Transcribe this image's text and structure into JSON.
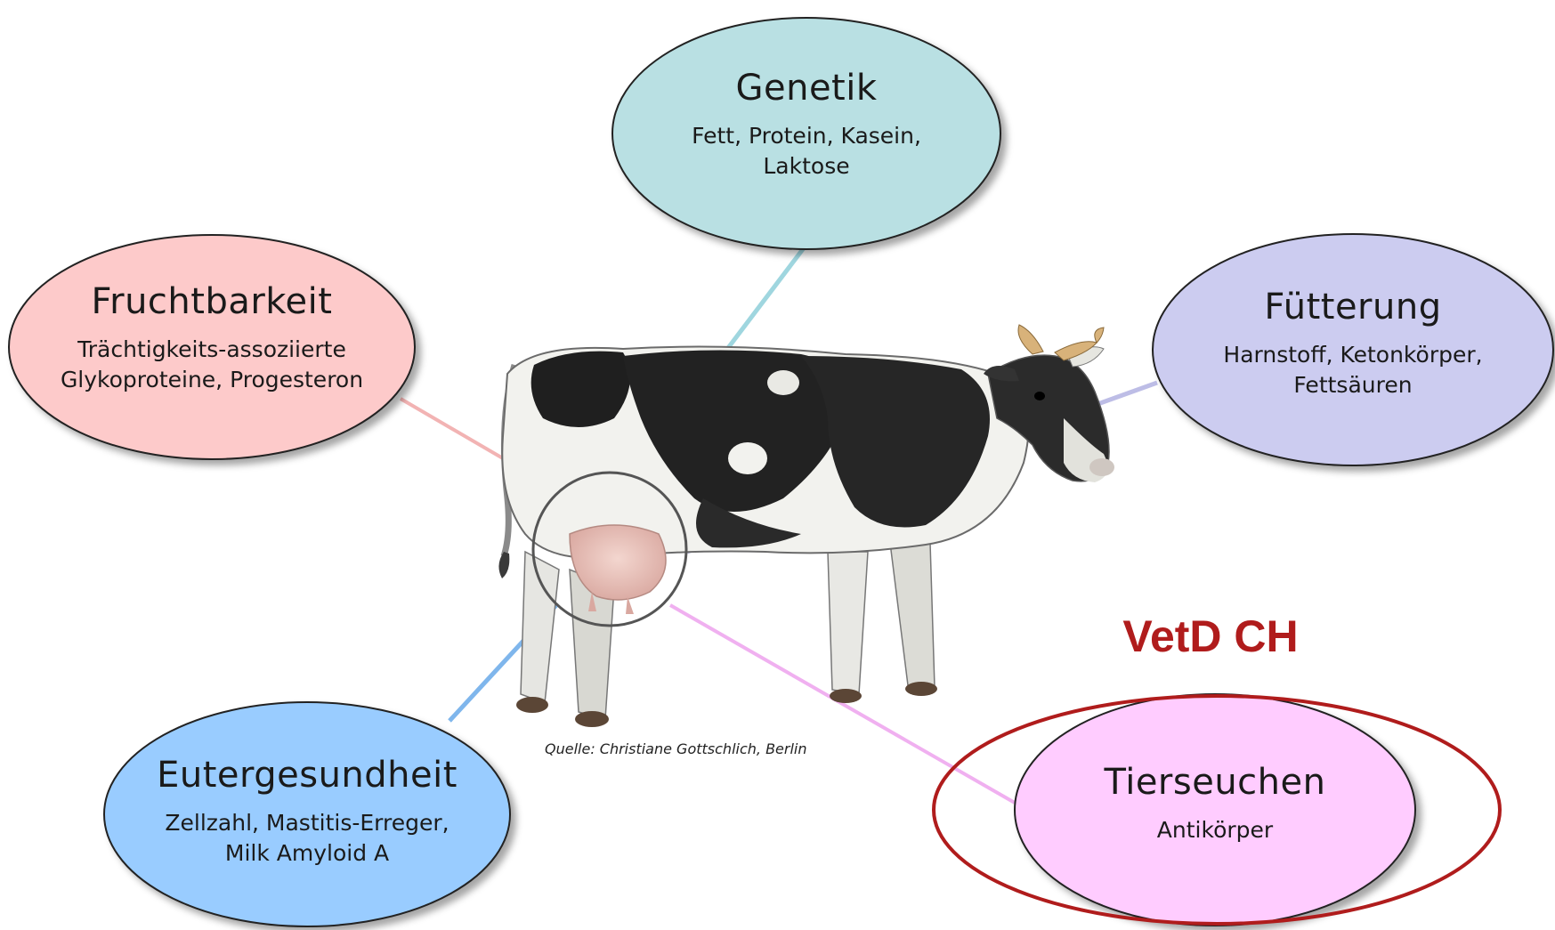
{
  "bubbles": {
    "genetik": {
      "title": "Genetik",
      "lines": [
        "Fett, Protein, Kasein,",
        "Laktose"
      ]
    },
    "fruchtbarkeit": {
      "title": "Fruchtbarkeit",
      "lines": [
        "Trächtigkeits-assoziierte",
        "Glykoproteine, Progesteron"
      ]
    },
    "fuetterung": {
      "title": "Fütterung",
      "lines": [
        "Harnstoff, Ketonkörper,",
        "Fettsäuren"
      ]
    },
    "eutergesundheit": {
      "title": "Eutergesundheit",
      "lines": [
        "Zellzahl, Mastitis-Erreger,",
        "Milk Amyloid A"
      ]
    },
    "tierseuchen": {
      "title": "Tierseuchen",
      "lines": [
        "Antikörper"
      ]
    }
  },
  "source_credit": "Quelle: Christiane Gottschlich, Berlin",
  "highlight_label": "VetD CH",
  "colors": {
    "genetik": "#b9e0e3",
    "fruchtbarkeit": "#fdcaca",
    "fuetterung": "#ccccf0",
    "eutergesundheit": "#99ccff",
    "tierseuchen": "#ffccff",
    "highlight": "#b01c1c",
    "line_genetik": "#9fd6df",
    "line_fruchtbarkeit": "#f2b3b3",
    "line_fuetterung": "#bdbde6",
    "line_eutergesundheit": "#7fb6ec",
    "line_tierseuchen": "#f0b0f0"
  },
  "illustration": {
    "subject": "holstein-cow-icon"
  }
}
